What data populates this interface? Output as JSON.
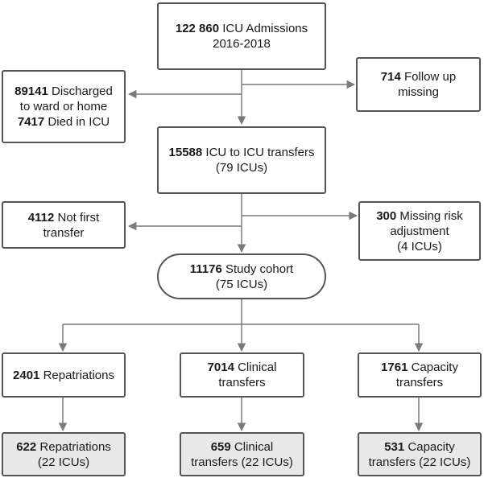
{
  "nodes": {
    "admissions": {
      "lines": [
        {
          "bold": "122 860",
          "text": " ICU Admissions"
        },
        {
          "bold": "",
          "text": "2016-2018"
        }
      ]
    },
    "discharged": {
      "lines": [
        {
          "bold": "89141",
          "text": " Discharged"
        },
        {
          "bold": "",
          "text": "to ward or home"
        },
        {
          "bold": "7417",
          "text": " Died in ICU"
        }
      ]
    },
    "followup": {
      "lines": [
        {
          "bold": "714",
          "text": " Follow up"
        },
        {
          "bold": "",
          "text": "missing"
        }
      ]
    },
    "transfers": {
      "lines": [
        {
          "bold": "15588",
          "text": " ICU to ICU transfers"
        },
        {
          "bold": "",
          "text": "(79 ICUs)"
        }
      ]
    },
    "notfirst": {
      "lines": [
        {
          "bold": "4112",
          "text": " Not first"
        },
        {
          "bold": "",
          "text": "transfer"
        }
      ]
    },
    "missingrisk": {
      "lines": [
        {
          "bold": "300",
          "text": " Missing risk"
        },
        {
          "bold": "",
          "text": "adjustment"
        },
        {
          "bold": "",
          "text": "(4 ICUs)"
        }
      ]
    },
    "cohort": {
      "lines": [
        {
          "bold": "11176",
          "text": " Study cohort"
        },
        {
          "bold": "",
          "text": "(75 ICUs)"
        }
      ]
    },
    "repat1": {
      "lines": [
        {
          "bold": "2401",
          "text": " Repatriations"
        }
      ]
    },
    "clinical1": {
      "lines": [
        {
          "bold": "7014",
          "text": " Clinical"
        },
        {
          "bold": "",
          "text": "transfers"
        }
      ]
    },
    "capacity1": {
      "lines": [
        {
          "bold": "1761",
          "text": " Capacity"
        },
        {
          "bold": "",
          "text": "transfers"
        }
      ]
    },
    "repat2": {
      "lines": [
        {
          "bold": "622",
          "text": " Repatriations"
        },
        {
          "bold": "",
          "text": "(22 ICUs)"
        }
      ]
    },
    "clinical2": {
      "lines": [
        {
          "bold": "659",
          "text": " Clinical"
        },
        {
          "bold": "",
          "text": "transfers (22 ICUs)"
        }
      ]
    },
    "capacity2": {
      "lines": [
        {
          "bold": "531",
          "text": " Capacity"
        },
        {
          "bold": "",
          "text": "transfers (22 ICUs)"
        }
      ]
    }
  },
  "colors": {
    "border": "#555555",
    "arrow": "#7a7a7a",
    "grey_fill": "#e8e8e8"
  }
}
